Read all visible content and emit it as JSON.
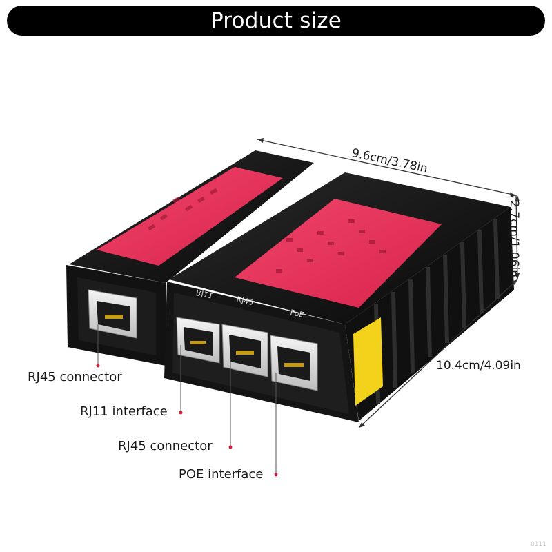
{
  "header": {
    "title": "Product size"
  },
  "dimensions": {
    "width": "9.6cm/3.78in",
    "height": "2.7cm/1.06in",
    "depth": "10.4cm/4.09in"
  },
  "callouts": [
    {
      "label": "RJ45 connector"
    },
    {
      "label": "RJ11 interface"
    },
    {
      "label": "RJ45 connector"
    },
    {
      "label": "POE interface"
    }
  ],
  "device": {
    "port_labels": [
      "RJ11",
      "RJ45",
      "PoE"
    ],
    "colors": {
      "body": "#141414",
      "panel": "#e8345a",
      "sticker": "#f2d21a"
    }
  },
  "watermark": "0111"
}
